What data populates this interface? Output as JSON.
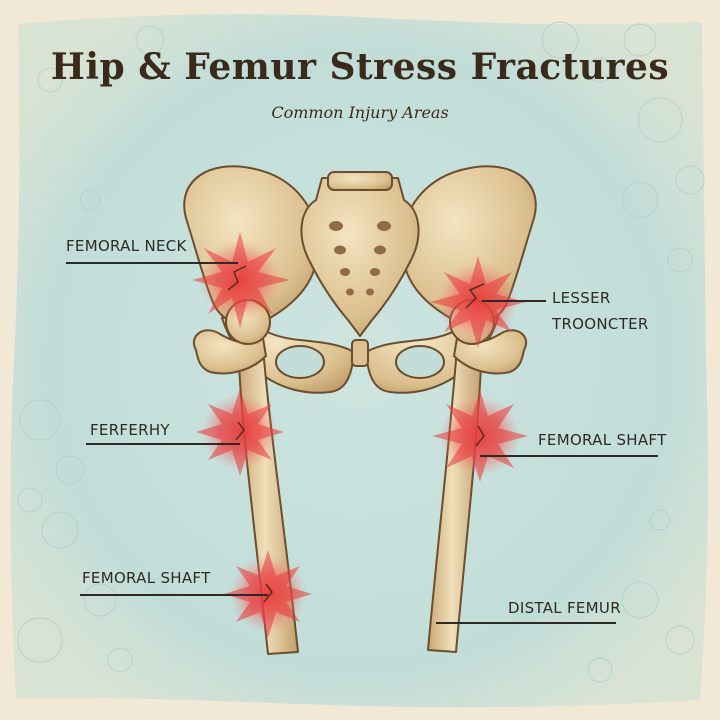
{
  "header": {
    "title": "Hip & Femur Stress Fractures",
    "subtitle": "Common Injury Areas"
  },
  "labels": {
    "femoral_neck": "FEMORAL NECK",
    "lesser_trochanter_line1": "LESSER",
    "lesser_trochanter_line2": "TROONCTER",
    "left_mid": "FERFERHY",
    "right_shaft": "FEMORAL SHAFT",
    "left_shaft": "FEMORAL SHAFT",
    "distal_femur": "DISTAL FEMUR"
  },
  "colors": {
    "background": "#c7e0dc",
    "border_paper": "#f1e9d6",
    "bone_fill": "#e4cfa5",
    "bone_shadow": "#c7a676",
    "bone_outline": "#6b4e2e",
    "injury_red": "#e8383a",
    "text": "#2d2a26"
  }
}
